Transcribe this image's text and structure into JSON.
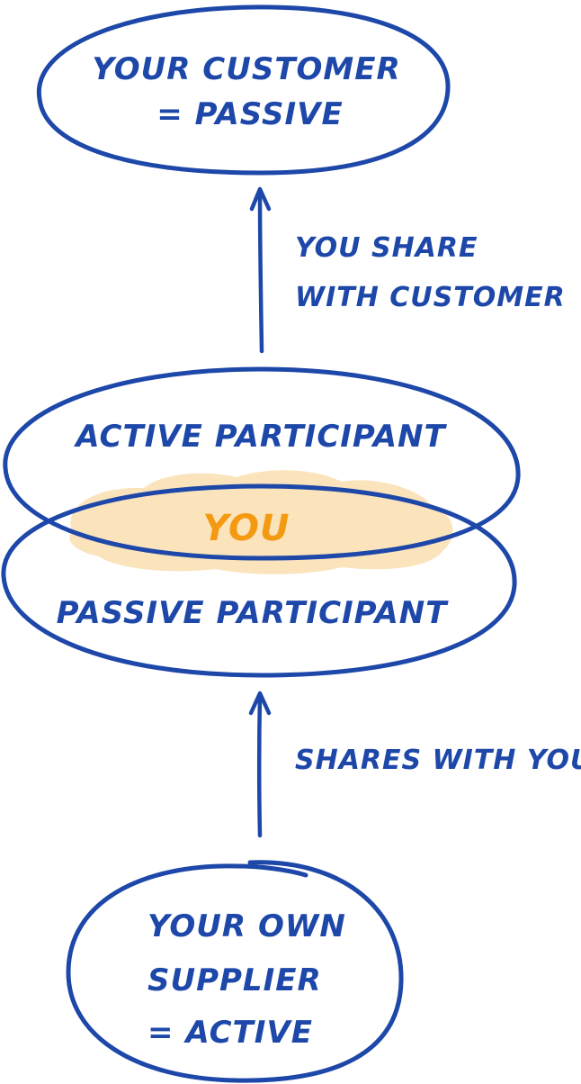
{
  "colors": {
    "ink": "#1d47a8",
    "highlight_fill": "#fbe3bb",
    "highlight_text": "#f39a12",
    "background": "#ffffff"
  },
  "nodes": {
    "customer": {
      "line1": "Your customer",
      "line2": "= passive"
    },
    "you_active": {
      "label": "Active participant"
    },
    "you_passive": {
      "label": "Passive participant"
    },
    "you_center": {
      "label": "you"
    },
    "supplier": {
      "line1": "Your own",
      "line2": "supplier",
      "line3": "= Active"
    }
  },
  "edges": {
    "to_customer": {
      "line1": "You share",
      "line2": "with customer"
    },
    "from_supplier": {
      "label": "Shares with you"
    }
  }
}
